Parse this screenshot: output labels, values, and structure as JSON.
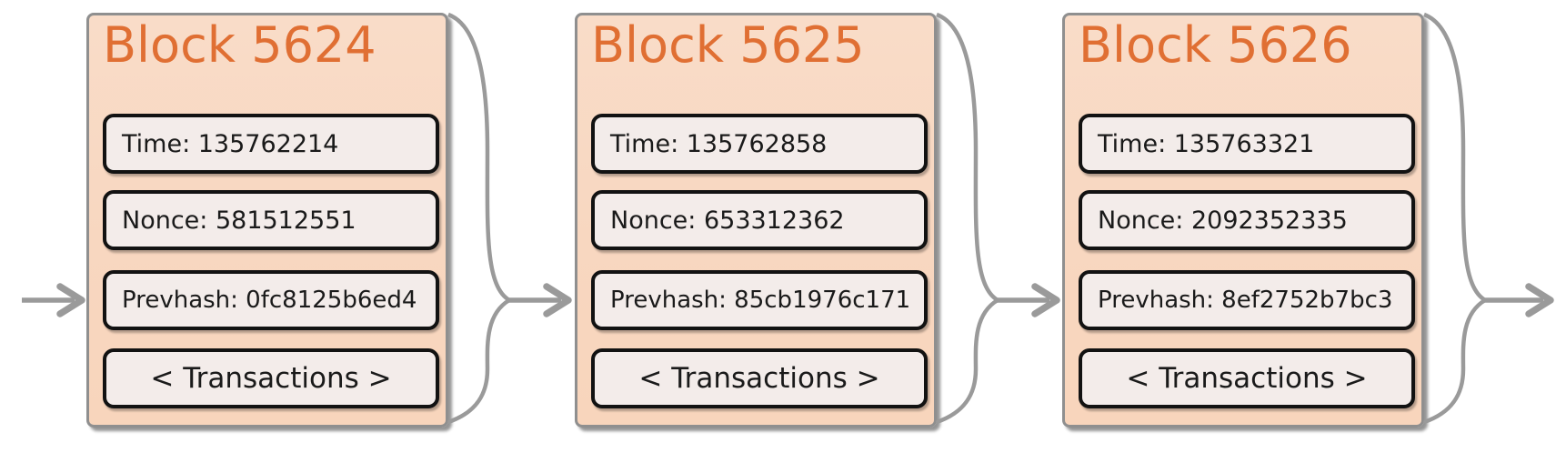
{
  "diagram": {
    "background_color": "#ffffff",
    "colors": {
      "block_fill": "#f8d7c0",
      "block_border": "#8f8f8f",
      "block_title_text": "#e06f33",
      "field_fill": "#f3ecea",
      "field_border": "#121212",
      "field_text": "#1a1a1a",
      "connector_gray": "#9a9a9a"
    },
    "blocks": [
      {
        "title": "Block 5624",
        "fields": {
          "time": "Time: 135762214",
          "nonce": "Nonce: 581512551",
          "prevhash": "Prevhash: 0fc8125b6ed4",
          "transactions": "< Transactions >"
        }
      },
      {
        "title": "Block 5625",
        "fields": {
          "time": "Time: 135762858",
          "nonce": "Nonce: 653312362",
          "prevhash": "Prevhash: 85cb1976c171",
          "transactions": "< Transactions >"
        }
      },
      {
        "title": "Block 5626",
        "fields": {
          "time": "Time: 135763321",
          "nonce": "Nonce: 2092352335",
          "prevhash": "Prevhash: 8ef2752b7bc3",
          "transactions": "< Transactions >"
        }
      }
    ]
  }
}
